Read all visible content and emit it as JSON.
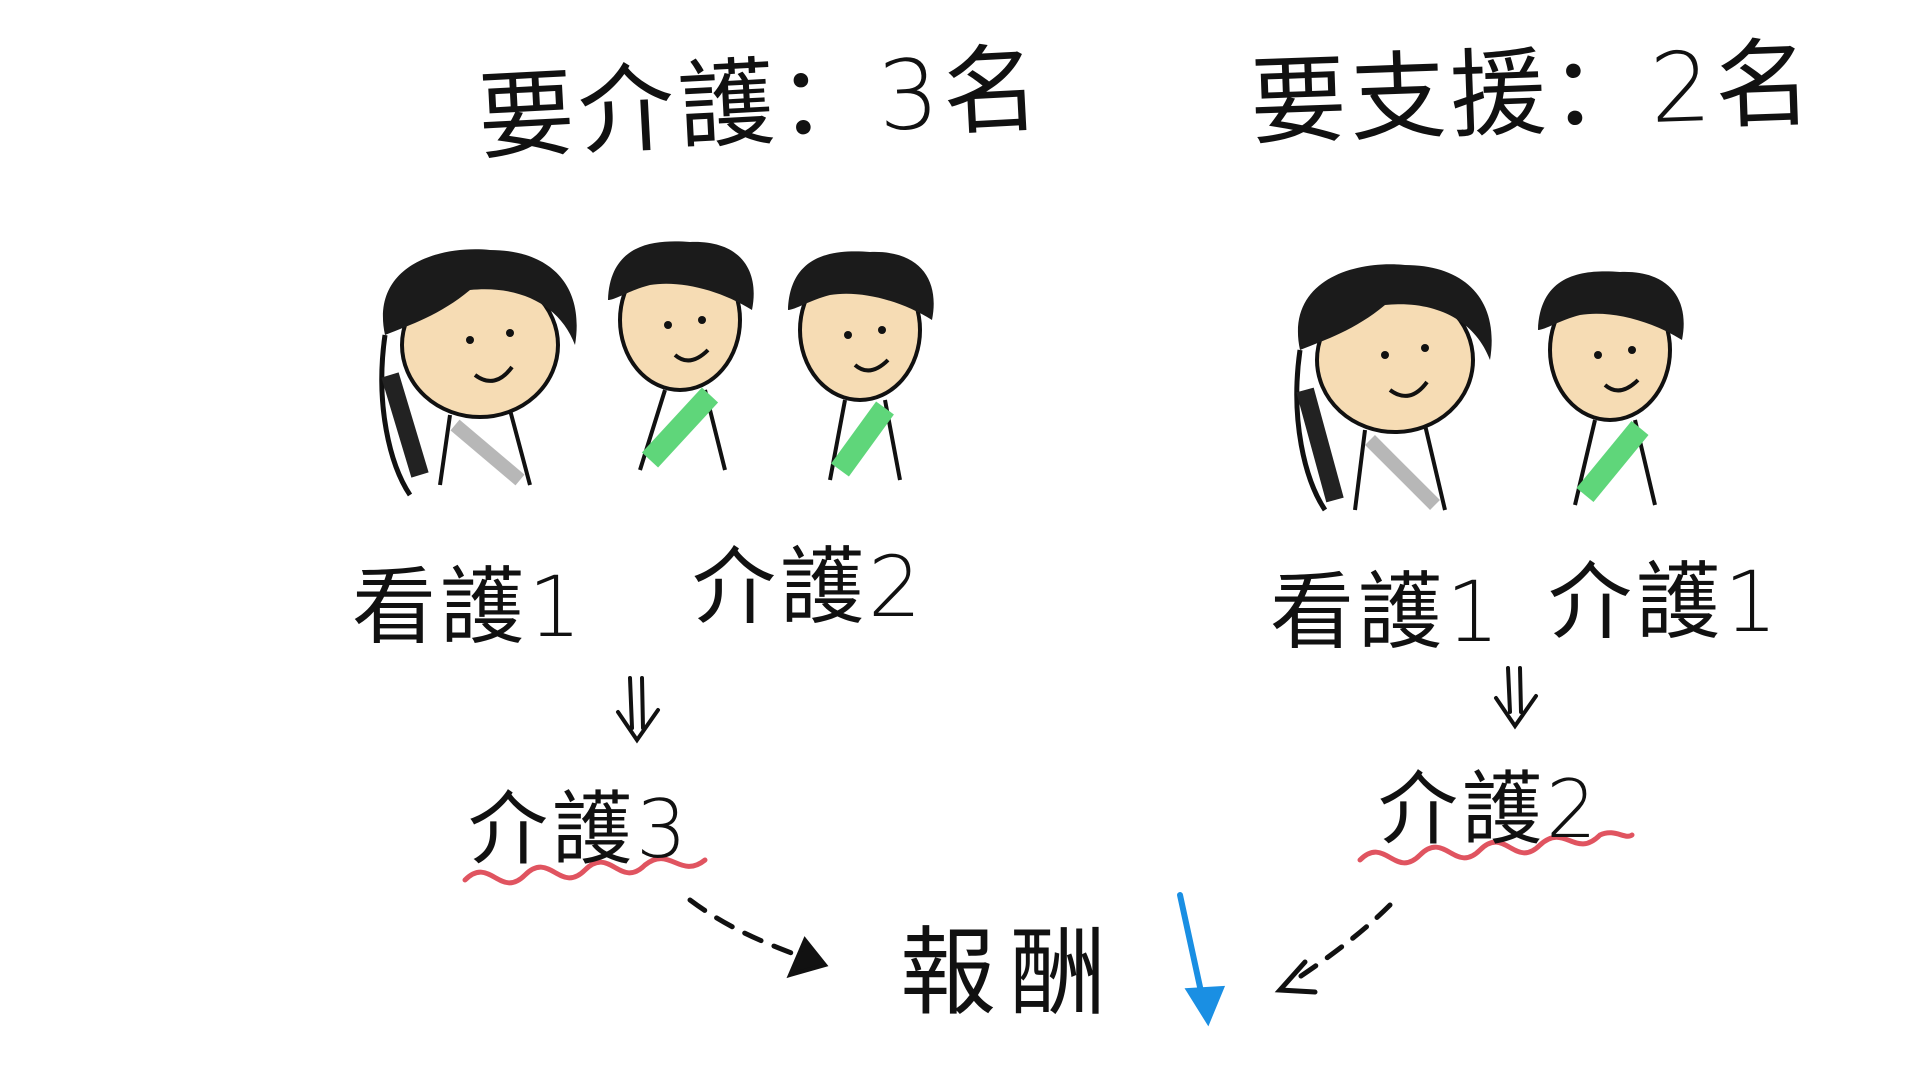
{
  "left_group": {
    "title": "要介護：3名",
    "labels": [
      "看護1",
      "介護2"
    ],
    "result": "介護3"
  },
  "right_group": {
    "title": "要支援：2名",
    "labels": [
      "看護1",
      "介護1"
    ],
    "result": "介護2"
  },
  "center": {
    "label": "報酬"
  },
  "colors": {
    "ink": "#111111",
    "hair": "#111111",
    "skin": "#f6dcb4",
    "shirt_green": "#5fd67a",
    "shirt_gray": "#9a9a9a",
    "underline_red": "#e05460",
    "arrow_blue": "#1a8fe3"
  }
}
